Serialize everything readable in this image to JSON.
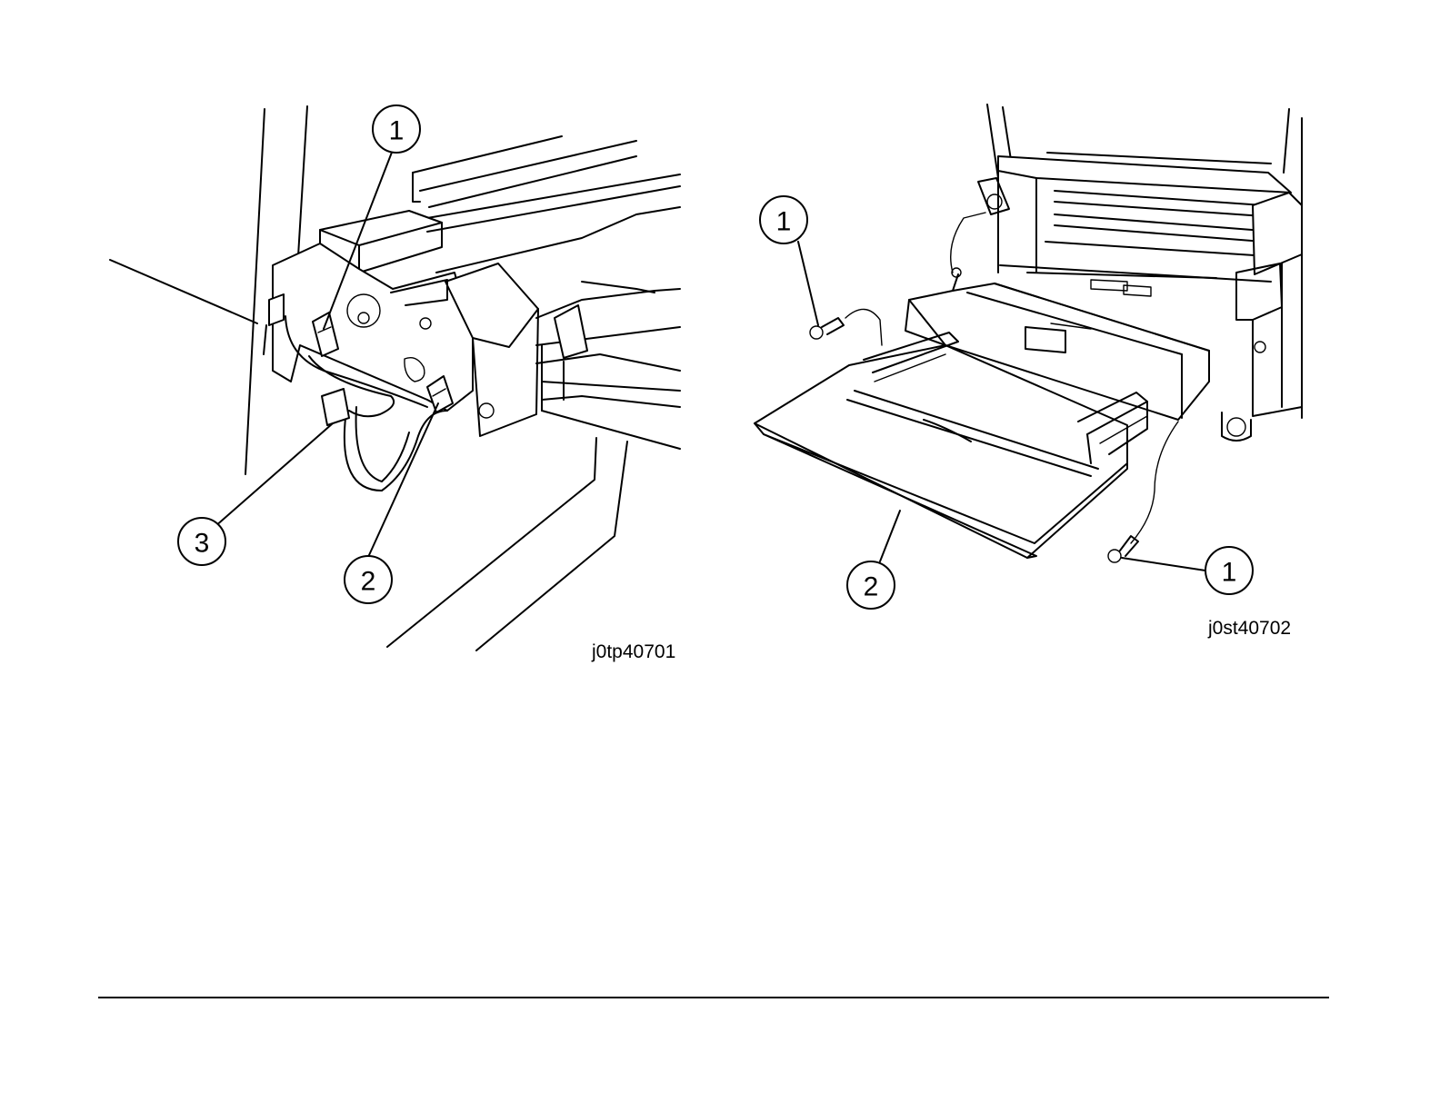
{
  "figures": [
    {
      "id": "j0tp40701",
      "callouts": [
        "1",
        "2",
        "3"
      ]
    },
    {
      "id": "j0st40702",
      "callouts": [
        "1",
        "2",
        "1"
      ]
    }
  ]
}
